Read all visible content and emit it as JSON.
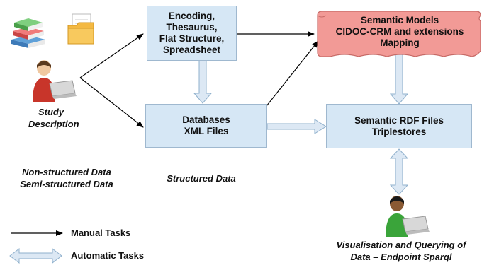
{
  "nodes": {
    "encoding": [
      "Encoding,",
      "Thesaurus,",
      "Flat Structure,",
      "Spreadsheet"
    ],
    "databases": [
      "Databases",
      "XML Files"
    ],
    "semantic_models": [
      "Semantic Models",
      "CIDOC-CRM and extensions",
      "Mapping"
    ],
    "rdf_files": [
      "Semantic RDF Files",
      "Triplestores"
    ]
  },
  "labels": {
    "study_description": [
      "Study",
      "Description"
    ],
    "non_structured": [
      "Non-structured Data",
      "Semi-structured Data"
    ],
    "structured": "Structured Data",
    "visualisation": [
      "Visualisation and Querying of",
      "Data – Endpoint Sparql"
    ]
  },
  "legend": {
    "manual": "Manual Tasks",
    "automatic": "Automatic Tasks"
  },
  "icons": [
    "books-icon",
    "folder-icon",
    "person-laptop-icon",
    "person-laptop-icon"
  ],
  "colors": {
    "box_fill": "#d6e7f5",
    "box_border": "#9fb8cf",
    "scroll_fill": "#f29a96",
    "person_red": "#c8352a",
    "person_green": "#3aa43a"
  }
}
